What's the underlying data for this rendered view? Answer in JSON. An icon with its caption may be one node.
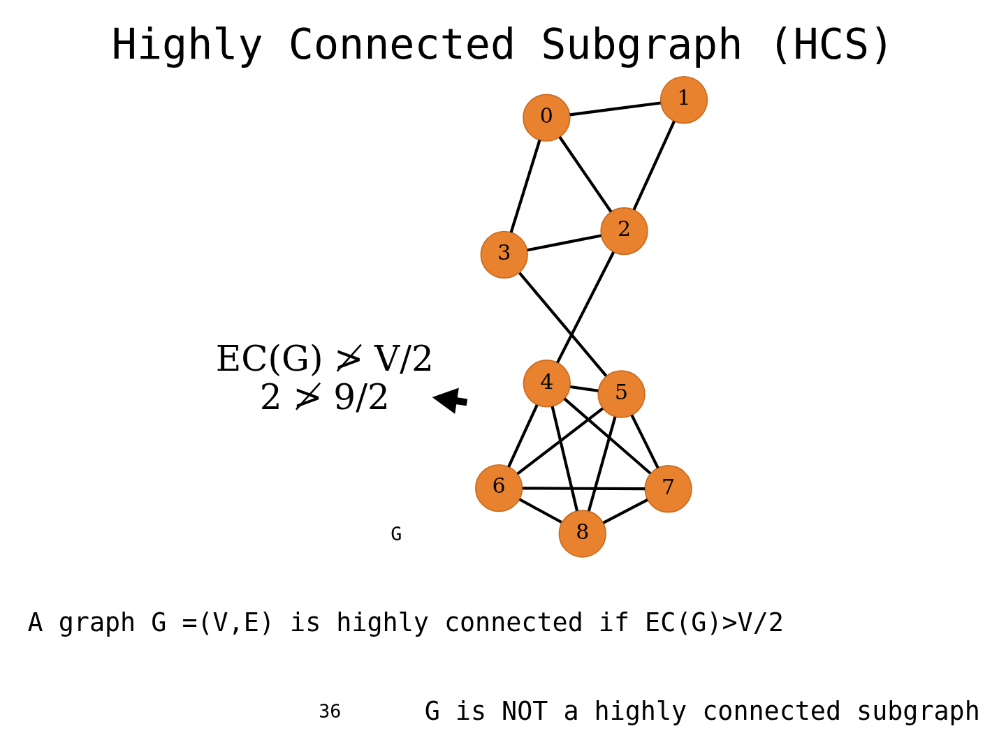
{
  "diagram": {
    "title": "Highly Connected Subgraph (HCS)",
    "nodes": [
      {
        "text": [
          "6"
        ]
      },
      {
        "text": [
          "7"
        ]
      },
      {
        "text": [
          "8"
        ]
      },
      {
        "text": [
          "0"
        ]
      },
      {
        "text": [
          "5"
        ]
      },
      {
        "text": [
          "1"
        ]
      },
      {
        "text": [
          "4"
        ]
      },
      {
        "text": [
          "2"
        ]
      },
      {
        "text": [
          "3"
        ]
      },
      {
        "text": [
          "EC(G) ≯ V/2",
          "2 ≯ 9/2"
        ]
      }
    ],
    "edges": [
      {
        "from": 0,
        "to": 1,
        "arrow": "none"
      },
      {
        "from": 1,
        "to": 2,
        "arrow": "none"
      },
      {
        "from": 0,
        "to": 2,
        "arrow": "none"
      },
      {
        "from": 0,
        "to": 4,
        "arrow": "none"
      },
      {
        "from": 0,
        "to": 6,
        "arrow": "none"
      },
      {
        "from": 1,
        "to": 4,
        "arrow": "none"
      },
      {
        "from": 1,
        "to": 6,
        "arrow": "none"
      },
      {
        "from": 2,
        "to": 4,
        "arrow": "none"
      },
      {
        "from": 2,
        "to": 6,
        "arrow": "none"
      },
      {
        "from": 4,
        "to": 6,
        "arrow": "none"
      },
      {
        "from": 4,
        "to": 8,
        "arrow": "none"
      },
      {
        "from": 3,
        "to": 5,
        "arrow": "none"
      },
      {
        "from": 3,
        "to": 8,
        "arrow": "none"
      },
      {
        "from": 3,
        "to": 7,
        "arrow": "none"
      },
      {
        "from": 5,
        "to": 7,
        "arrow": "none"
      },
      {
        "from": 6,
        "to": 7,
        "arrow": "none"
      },
      {
        "from": 8,
        "to": 7,
        "arrow": "none"
      },
      {
        "from": null,
        "to": 9,
        "arrow": "to",
        "style": "thick"
      }
    ],
    "labels": [
      "A graph G =(V,E) is highly connected if EC(G)>V/2",
      "G",
      "G is NOT a highly connected subgraph",
      "36"
    ]
  }
}
